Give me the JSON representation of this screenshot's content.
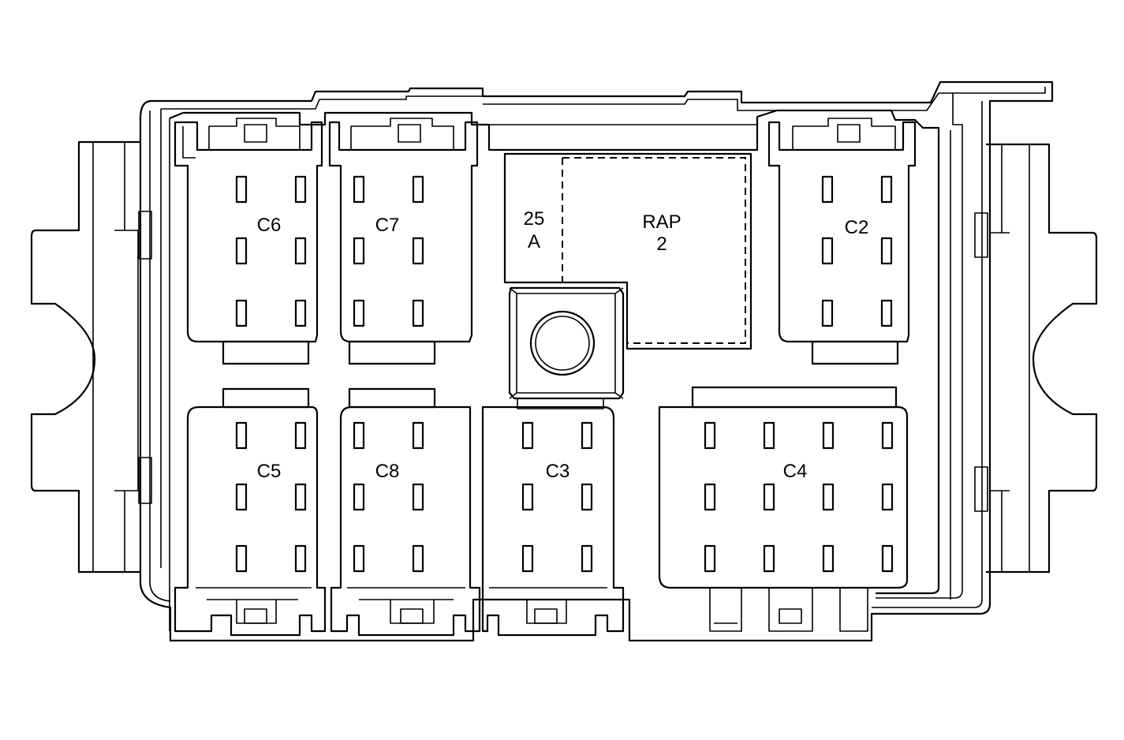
{
  "labels": {
    "c6": "C6",
    "c7": "C7",
    "c2": "C2",
    "c5": "C5",
    "c8": "C8",
    "c3": "C3",
    "c4": "C4",
    "fuse_value": "25",
    "fuse_unit": "A",
    "relay_name": "RAP",
    "relay_number": "2"
  }
}
